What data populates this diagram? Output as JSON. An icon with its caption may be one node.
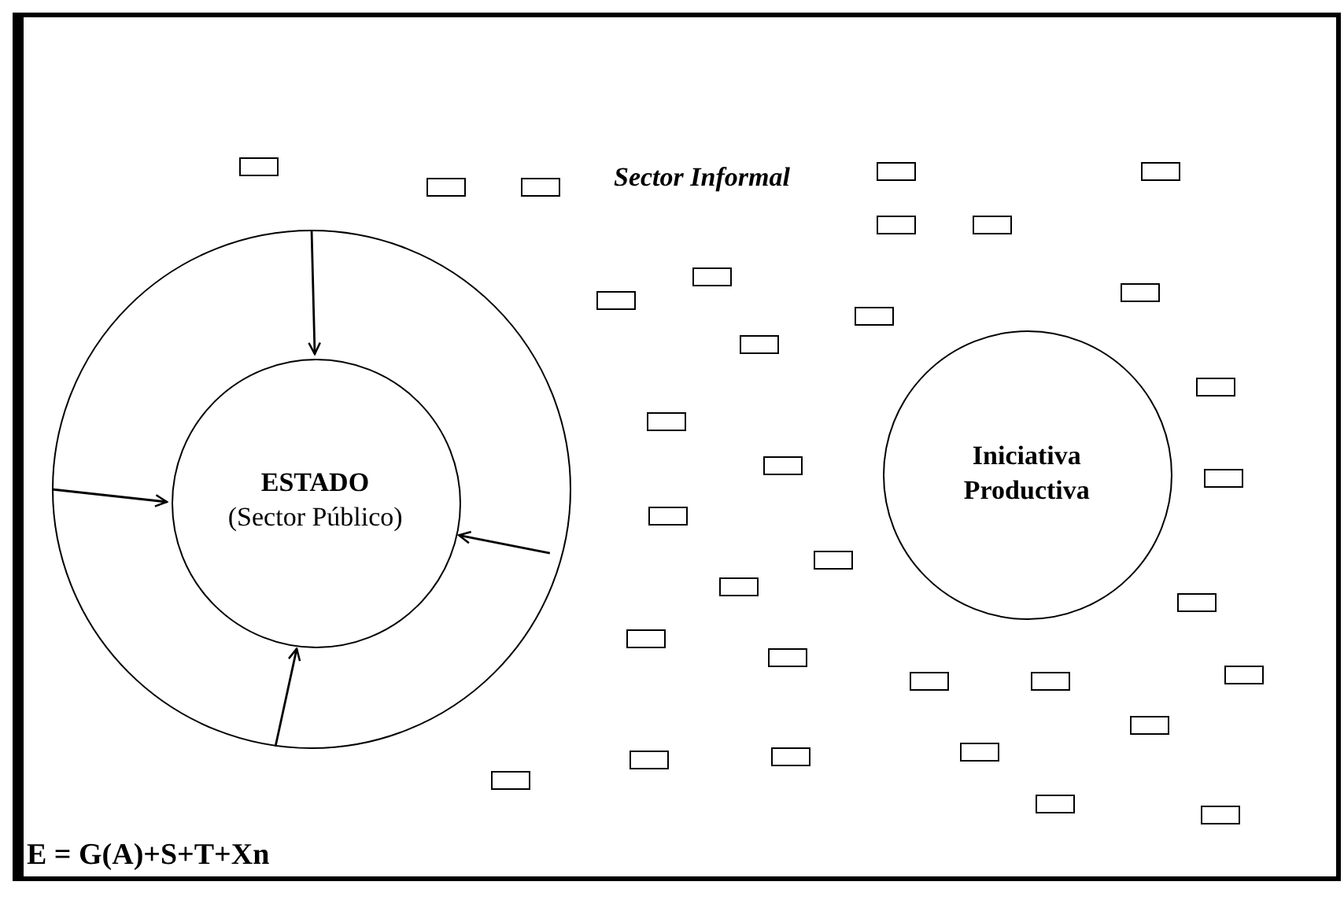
{
  "diagram": {
    "nodes": [
      {
        "text": [],
        "shape": "circle"
      },
      {
        "text": [
          "ESTADO",
          "(Sector Público)"
        ],
        "in": 0
      },
      {
        "text": [
          "Iniciativa Productiva"
        ]
      }
    ],
    "edges": [
      {
        "from": 0,
        "to": 1,
        "arrow": "to"
      },
      {
        "from": 0,
        "to": 1,
        "arrow": "to"
      },
      {
        "from": 0,
        "to": 1,
        "arrow": "to"
      },
      {
        "from": 0,
        "to": 1,
        "arrow": "to"
      }
    ],
    "labels": [
      "Sector Informal",
      "E = G(A)+S+T+Xn"
    ]
  }
}
